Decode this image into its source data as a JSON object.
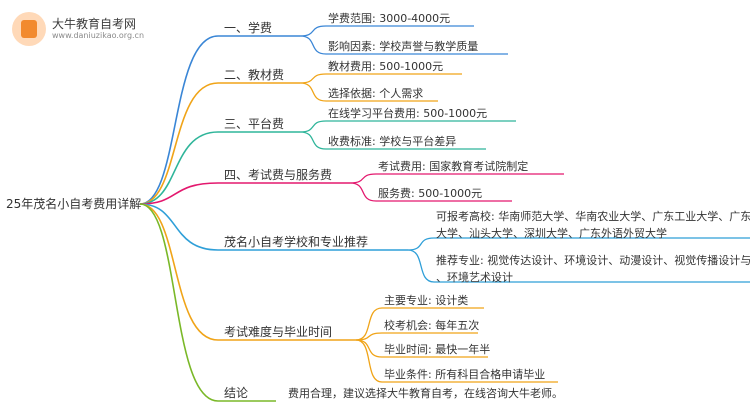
{
  "watermark": {
    "title": "大牛教育自考网",
    "url": "www.daniuzikao.org.cn"
  },
  "root": "25年茂名小自考费用详解",
  "branches": [
    {
      "label": "一、学费",
      "color": "#3a86d6",
      "leaves": [
        "学费范围: 3000-4000元",
        "影响因素: 学校声誉与教学质量"
      ]
    },
    {
      "label": "二、教材费",
      "color": "#f0a418",
      "leaves": [
        "教材费用: 500-1000元",
        "选择依据: 个人需求"
      ]
    },
    {
      "label": "三、平台费",
      "color": "#2fb59a",
      "leaves": [
        "在线学习平台费用: 500-1000元",
        "收费标准: 学校与平台差异"
      ]
    },
    {
      "label": "四、考试费与服务费",
      "color": "#e3186e",
      "leaves": [
        "考试费用: 国家教育考试院制定",
        "服务费: 500-1000元"
      ]
    },
    {
      "label": "茂名小自考学校和专业推荐",
      "color": "#2f9fd8",
      "leaves": [
        [
          "可报考高校: 华南师范大学、华南农业大学、广东工业大学、广东财经",
          "大学、汕头大学、深圳大学、广东外语外贸大学"
        ],
        [
          "推荐专业: 视觉传达设计、环境设计、动漫设计、视觉传播设计与制作",
          "、环境艺术设计"
        ]
      ]
    },
    {
      "label": "考试难度与毕业时间",
      "color": "#f0a418",
      "leaves": [
        "主要专业: 设计类",
        "校考机会: 每年五次",
        "毕业时间: 最快一年半",
        "毕业条件: 所有科目合格申请毕业"
      ]
    },
    {
      "label": "结论",
      "color": "#7ab828",
      "leaves": [
        "费用合理，建议选择大牛教育自考，在线咨询大牛老师。"
      ]
    }
  ]
}
